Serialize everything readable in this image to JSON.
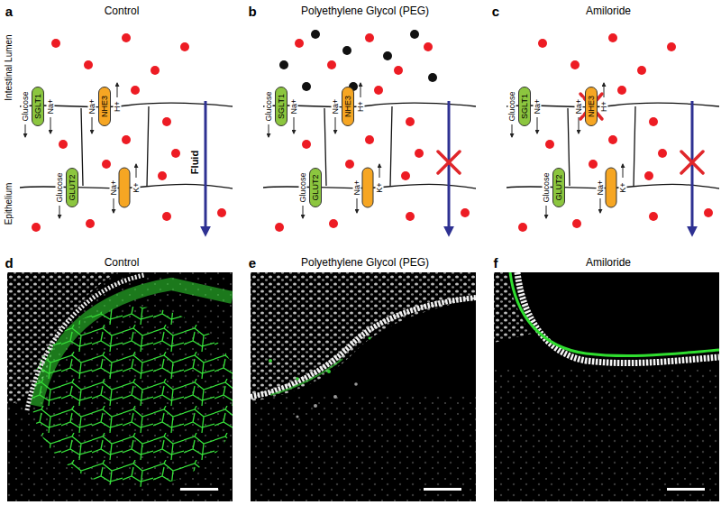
{
  "diagram": {
    "nodes": [
      {
        "text": [
          "SGLT1"
        ]
      },
      {
        "text": [
          "NHE3"
        ]
      },
      {
        "text": [
          "GLUT2"
        ]
      },
      {
        "text": [
          "SGLT1"
        ]
      },
      {
        "text": [
          "NHE3"
        ]
      },
      {
        "text": [
          "GLUT2"
        ]
      },
      {
        "text": [
          "SGLT1"
        ]
      },
      {
        "text": [
          "NHE3"
        ]
      },
      {
        "text": [
          "GLUT2"
        ]
      }
    ],
    "labels": [
      "a",
      "Control",
      "Intestinal Lumen",
      "Epithelium",
      "Glucose",
      "Na+",
      "Na+",
      "H+",
      "Glucose",
      "Na+",
      "K+",
      "Fluid",
      "b",
      "Polyethylene Glycol (PEG)",
      "Glucose",
      "Na+",
      "Na+",
      "H+",
      "Glucose",
      "Na+",
      "K+",
      "c",
      "Amiloride",
      "Glucose",
      "Na+",
      "Na+",
      "H+",
      "Glucose",
      "Na+",
      "K+",
      "d",
      "Control",
      "e",
      "Polyethylene Glycol (PEG)",
      "f",
      "Amiloride"
    ]
  }
}
